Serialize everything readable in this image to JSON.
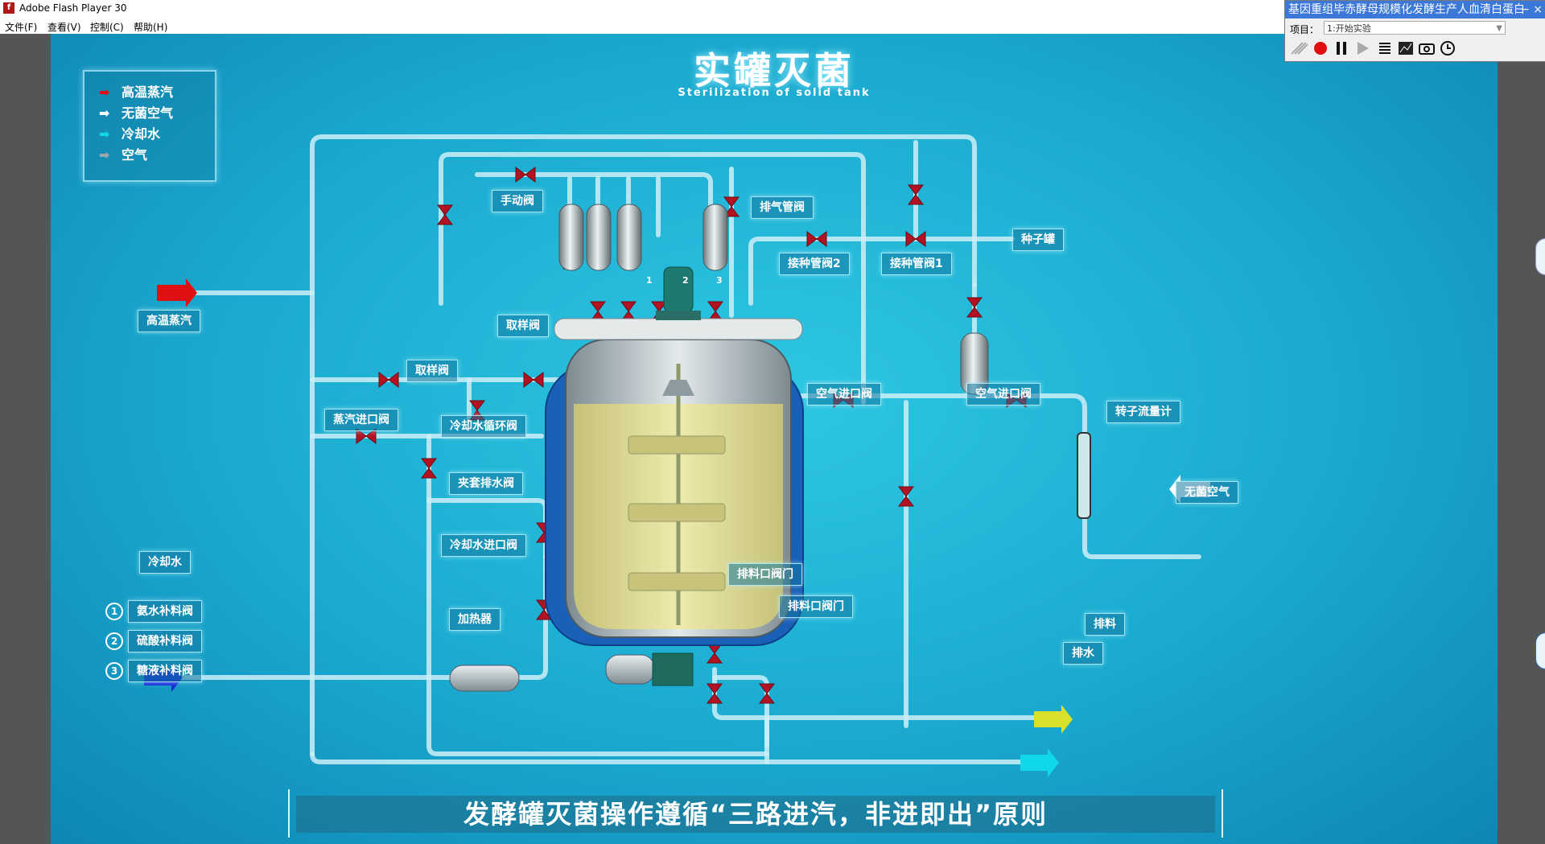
{
  "window": {
    "title": "Adobe Flash Player 30"
  },
  "menu": {
    "file": "文件(F)",
    "view": "查看(V)",
    "control": "控制(C)",
    "help": "帮助(H)"
  },
  "header": {
    "title": "实罐灭菌",
    "subtitle": "Sterilization of solid tank"
  },
  "legend": {
    "steam": "高温蒸汽",
    "sterile_air": "无菌空气",
    "cooling_water": "冷却水",
    "air": "空气",
    "colors": {
      "steam": "#e01010",
      "sterile_air": "#ffffff",
      "cooling_water": "#10d8e8",
      "air": "#9aa6ad"
    }
  },
  "labels": {
    "manual_valve": "手动阀",
    "exhaust_valve": "排气管阀",
    "seed_tank": "种子罐",
    "inoculation_valve_2": "接种管阀2",
    "inoculation_valve_1": "接种管阀1",
    "steam_inlet": "高温蒸汽",
    "sampling_valve_top": "取样阀",
    "sampling_valve_bottom": "取样阀",
    "steam_inlet_valve": "蒸汽进口阀",
    "cooling_water_circ_valve": "冷却水循环阀",
    "air_inlet_valve_1": "空气进口阀",
    "air_inlet_valve_2": "空气进口阀",
    "rotameter": "转子流量计",
    "sterile_air_in": "无菌空气",
    "jacket_drain_valve": "夹套排水阀",
    "cooling_water_inlet_valve": "冷却水进口阀",
    "cooling_water_in": "冷却水",
    "discharge_valve_1": "排料口阀门",
    "discharge_valve_2": "排料口阀门",
    "heater": "加热器",
    "ammonia_valve": "氨水补料阀",
    "acid_valve": "硫酸补料阀",
    "sugar_valve": "糖液补料阀",
    "discharge": "排料",
    "drain": "排水"
  },
  "feed_numbers": [
    "1",
    "2",
    "3"
  ],
  "banner": {
    "text": "发酵罐灭菌操作遵循“三路进汽，非进即出”原则"
  },
  "control_panel": {
    "title": "基因重组毕赤酵母规模化发酵生产人血清白蛋白",
    "project_label": "项目：",
    "project_value": "1:开始实验"
  },
  "colors": {
    "pipe": "#d6f4fb",
    "valve": "#b31222",
    "background": "#1aa9cf",
    "liquid": "#e8e39a",
    "jacket": "#1a5fb8"
  }
}
